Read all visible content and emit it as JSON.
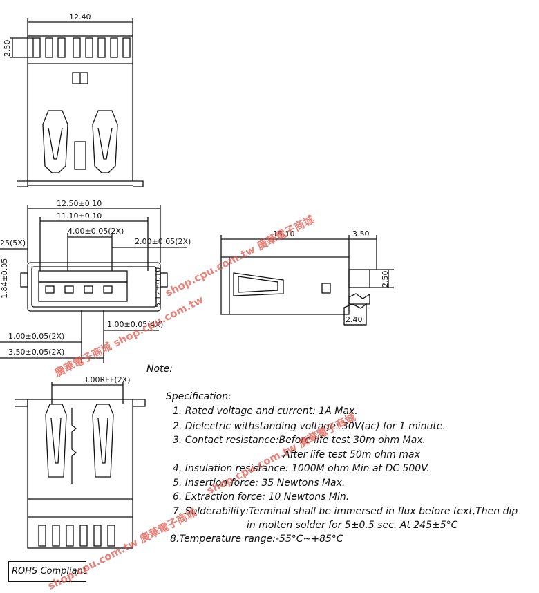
{
  "top_view": {
    "dim_width": "12.40",
    "dim_height": "2.50"
  },
  "front_view": {
    "dim_outer": "12.50±0.10",
    "dim_inner": "11.10±0.10",
    "dim_pitch_4": "4.00±0.05(2X)",
    "dim_pitch_2": "2.00±0.05(2X)",
    "dim_left_25": "25(5X)",
    "dim_left_vert": "1.84±0.05",
    "dim_right_vert": "5.12±0.10",
    "dim_pin_1": "1.00±0.05(4X)",
    "dim_bot_1": "1.00±0.05(2X)",
    "dim_bot_2": "3.50±0.05(2X)"
  },
  "side_view": {
    "dim_length": "15.10",
    "dim_tail": "3.50",
    "dim_height": "2.50",
    "dim_bottom": "2.40"
  },
  "bottom_view": {
    "dim_ref": "3.00REF(2X)"
  },
  "note": "Note:",
  "specification": {
    "heading": "Specification:",
    "lines": [
      "1. Rated voltage and current: 1A Max.",
      "2. Dielectric withstanding voltage: 30V(ac) for 1 minute.",
      "3. Contact resistance:Before life test 30m ohm Max.",
      "After life test 50m ohm max",
      "4. Insulation resistance: 1000M ohm Min at DC 500V.",
      "5. Insertion force: 35 Newtons Max.",
      "6. Extraction force: 10 Newtons Min.",
      "7. Solderability:Terminal shall be immersed in flux before text,Then dip",
      "in molten solder for 5±0.5 sec. At 245±5°C",
      "8.Temperature range:-55°C~+85°C"
    ]
  },
  "rohs": "ROHS Compliant",
  "watermarks": [
    "shop.cpu.com.tw 廣華電子商城",
    "廣華電子商城 shop.cpu.com.tw",
    "shop.cpu.com.tw 廣華電子商城",
    "shop.cpu.com.tw 廣華電子商城"
  ],
  "colors": {
    "ink": "#111111",
    "watermark": "#e05a4e"
  }
}
